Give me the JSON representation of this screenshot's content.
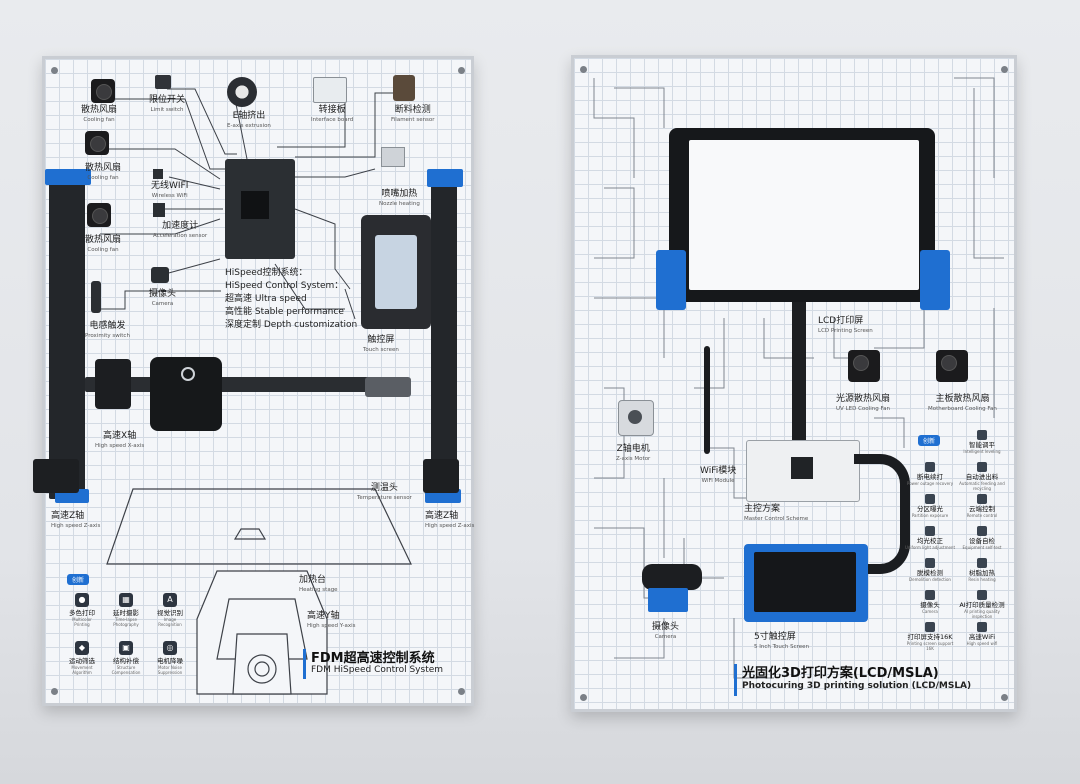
{
  "left_board": {
    "labels": {
      "fan1": {
        "cn": "散热风扇",
        "en": "Cooling fan"
      },
      "limit": {
        "cn": "限位开关",
        "en": "Limit switch"
      },
      "extrusion": {
        "cn": "E轴挤出",
        "en": "E-axis extrusion"
      },
      "interface": {
        "cn": "转接板",
        "en": "Interface board"
      },
      "filament": {
        "cn": "断料检测",
        "en": "Filament sensor"
      },
      "fan2": {
        "cn": "散热风扇",
        "en": "Cooling fan"
      },
      "wifi": {
        "cn": "无线WIFI",
        "en": "Wireless WiFi"
      },
      "nozzle": {
        "cn": "喷嘴加热",
        "en": "Nozzle heating"
      },
      "accel": {
        "cn": "加速度计",
        "en": "Acceleration sensor"
      },
      "fan3": {
        "cn": "散热风扇",
        "en": "Cooling fan"
      },
      "camera": {
        "cn": "摄像头",
        "en": "Camera"
      },
      "proximity": {
        "cn": "电感触发",
        "en": "Proximity switch"
      },
      "touch": {
        "cn": "触控屏",
        "en": "Touch screen"
      },
      "xaxis": {
        "cn": "高速X轴",
        "en": "High speed X-axis"
      },
      "temp": {
        "cn": "测温头",
        "en": "Temperature sensor"
      },
      "zleft": {
        "cn": "高速Z轴",
        "en": "High speed Z-axis"
      },
      "zright": {
        "cn": "高速Z轴",
        "en": "High speed Z-axis"
      },
      "heating": {
        "cn": "加热台",
        "en": "Heating stage"
      },
      "yaxis": {
        "cn": "高速Y轴",
        "en": "High speed Y-axis"
      }
    },
    "control_system": [
      "HiSpeed控制系统：",
      "HiSpeed Control System：",
      "超高速 Ultra speed",
      "高性能 Stable performance",
      "深度定制 Depth customization"
    ],
    "innovation_badge": "创新",
    "features": [
      {
        "cn": "多色打印",
        "en": "Multicolor Printing"
      },
      {
        "cn": "延时摄影",
        "en": "Time-lapse Photography"
      },
      {
        "cn": "视觉识别",
        "en": "Image Recognition"
      },
      {
        "cn": "运动筛选",
        "en": "Movement Algorithm"
      },
      {
        "cn": "结构补偿",
        "en": "Structure Compensation"
      },
      {
        "cn": "电机降噪",
        "en": "Motor Noise Suppression"
      }
    ],
    "title_cn": "FDM超高速控制系统",
    "title_en": "FDM HiSpeed Control System"
  },
  "right_board": {
    "labels": {
      "lcd": {
        "cn": "LCD打印屏",
        "en": "LCD Printing Screen"
      },
      "uvfan": {
        "cn": "光源散热风扇",
        "en": "UV LED Cooling Fan"
      },
      "mbfan": {
        "cn": "主板散热风扇",
        "en": "Motherboard Cooling Fan"
      },
      "zmotor": {
        "cn": "Z轴电机",
        "en": "Z-axis Motor"
      },
      "wifi": {
        "cn": "WiFi模块",
        "en": "WiFi Module"
      },
      "master": {
        "cn": "主控方案",
        "en": "Master Control Scheme"
      },
      "camera": {
        "cn": "摄像头",
        "en": "Camera"
      },
      "touch": {
        "cn": "5寸触控屏",
        "en": "5 Inch Touch Screen"
      }
    },
    "innovation_badge": "创新",
    "features": [
      {
        "cn": "智能调平",
        "en": "Intelligent leveling"
      },
      {
        "cn": "断电续打",
        "en": "Power outage recovery"
      },
      {
        "cn": "自动进出料",
        "en": "Automatic feeding and recycling"
      },
      {
        "cn": "分区曝光",
        "en": "Partition exposure"
      },
      {
        "cn": "云端控制",
        "en": "Remote control"
      },
      {
        "cn": "均光校正",
        "en": "Uniform light adjustment"
      },
      {
        "cn": "设备自检",
        "en": "Equipment self-test"
      },
      {
        "cn": "脱模检测",
        "en": "Demolition detection"
      },
      {
        "cn": "树脂加热",
        "en": "Resin heating"
      },
      {
        "cn": "摄像头",
        "en": "Camera"
      },
      {
        "cn": "AI打印质量检测",
        "en": "AI printing quality inspection"
      },
      {
        "cn": "打印屏支持16K",
        "en": "Printing screen support 16K"
      },
      {
        "cn": "高速WiFi",
        "en": "High speed wifi"
      }
    ],
    "title_cn": "光固化3D打印方案(LCD/MSLA)",
    "title_en": "Photocuring 3D printing solution (LCD/MSLA)"
  },
  "colors": {
    "accent_blue": "#1f6fd1",
    "hardware_dark": "#23262a",
    "board_bg": "#f4f6f9"
  }
}
